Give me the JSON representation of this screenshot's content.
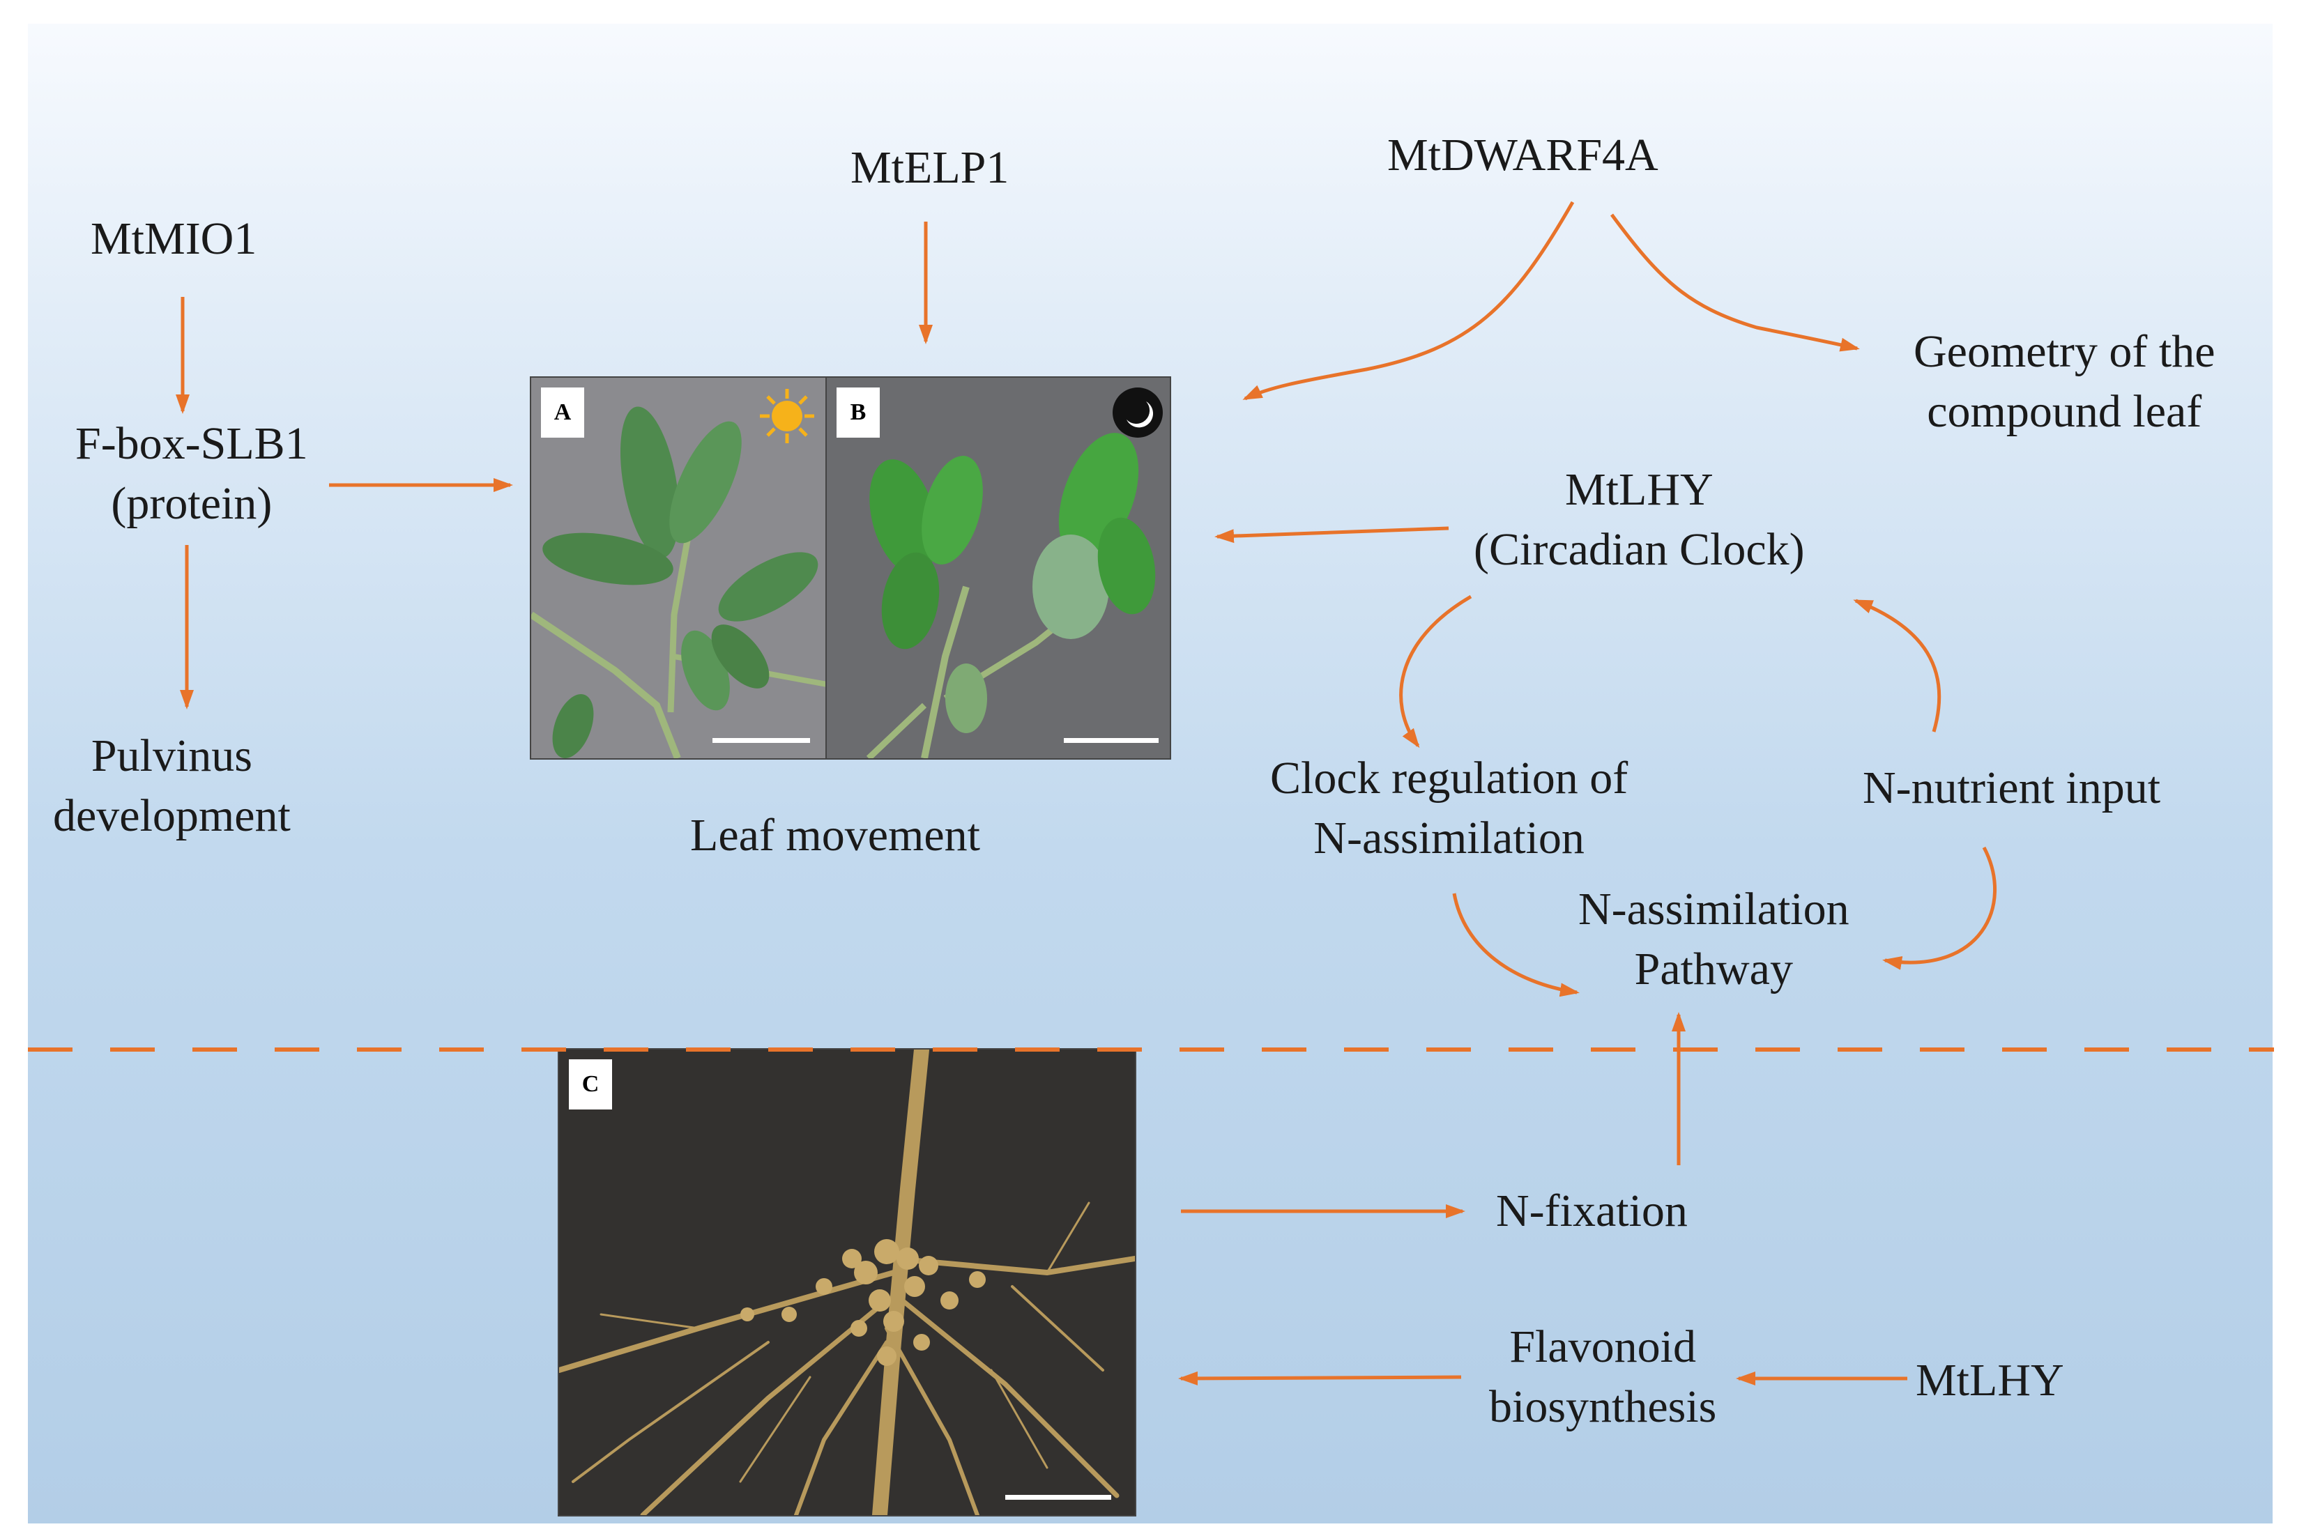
{
  "labels": {
    "mtmio1": "MtMIO1",
    "fbox_line1": "F-box-SLB1",
    "fbox_line2": "(protein)",
    "pulvinus_line1": "Pulvinus",
    "pulvinus_line2": "development",
    "mtelp1": "MtELP1",
    "mtdwarf4a": "MtDWARF4A",
    "geometry_line1": "Geometry of the",
    "geometry_line2": "compound leaf",
    "mtlhy_line1": "MtLHY",
    "mtlhy_line2": "(Circadian Clock)",
    "leaf_movement": "Leaf movement",
    "clock_reg_line1": "Clock regulation of",
    "clock_reg_line2": "N-assimilation",
    "n_nutrient": "N-nutrient input",
    "n_assim_line1": "N-assimilation",
    "n_assim_line2": "Pathway",
    "n_fixation": "N-fixation",
    "flavonoid_line1": "Flavonoid",
    "flavonoid_line2": "biosynthesis",
    "mtlhy_bottom": "MtLHY"
  },
  "photos": {
    "a_tag": "A",
    "b_tag": "B",
    "c_tag": "C",
    "a_icon": "sun-icon",
    "b_icon": "moon-icon"
  },
  "colors": {
    "arrow": "#e8732a",
    "divider": "#e8732a"
  }
}
